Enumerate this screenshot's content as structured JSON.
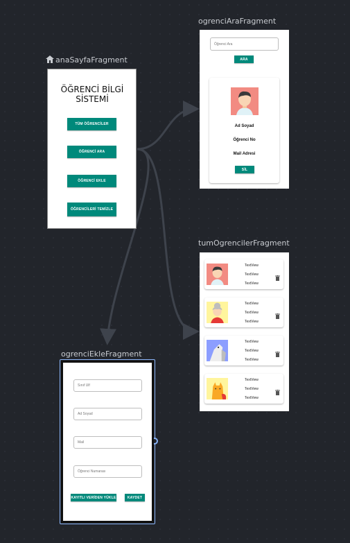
{
  "fragments": {
    "home": {
      "label": "anaSayfaFragment",
      "title": "ÖĞRENCİ BİLGİ SİSTEMİ",
      "buttons": [
        "TÜM ÖĞRENCİLER",
        "ÖĞRENCİ ARA",
        "ÖĞRENCİ EKLE",
        "ÖĞRENCİLERİ TEMİZLE"
      ]
    },
    "search": {
      "label": "ogrenciAraFragment",
      "input_hint": "Öğrenci Ara",
      "search_button": "ARA",
      "name": "Ad Soyad",
      "number": "Öğrenci No",
      "mail": "Mail Adresi",
      "delete_button": "SİL"
    },
    "list": {
      "label": "tumOgrencilerFragment",
      "rows": [
        {
          "line1": "TextView",
          "line2": "TextView",
          "line3": "TextView"
        },
        {
          "line1": "TextView",
          "line2": "TextView",
          "line3": "TextView"
        },
        {
          "line1": "TextView",
          "line2": "TextView",
          "line3": "TextView"
        },
        {
          "line1": "TextView",
          "line2": "TextView",
          "line3": "TextView"
        }
      ]
    },
    "add": {
      "label": "ogrenciEkleFragment",
      "fields": [
        "Sınıf Ulf",
        "Ad Soyad",
        "Mail",
        "Öğrenci Numarası"
      ],
      "load_button": "KAYITLI VERİDEN YÜKLE",
      "save_button": "KAYDET"
    }
  },
  "colors": {
    "background": "#22252b",
    "accent": "#00897b",
    "selection": "#8ab4f8",
    "connector": "#3e434c"
  }
}
